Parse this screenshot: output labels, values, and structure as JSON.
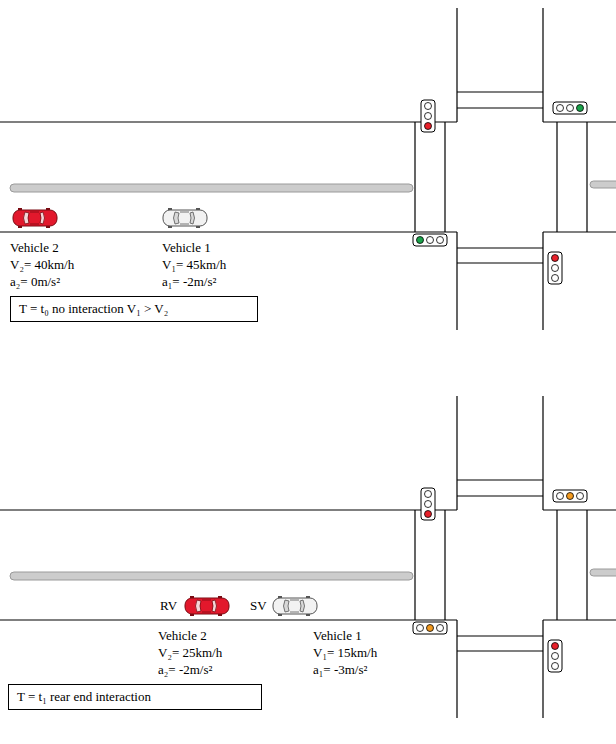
{
  "diagram": {
    "nodes": [
      {
        "text": [
          "T = t₀ no interaction V₁ > V₂"
        ]
      },
      {
        "text": [
          "T = t₁ rear end interaction"
        ]
      }
    ],
    "labels": [
      "Vehicle 2",
      "V₂= 40km/h",
      "a₂= 0m/s²",
      "Vehicle 1",
      "V₁= 45km/h",
      "a₁= -2m/s²",
      "RV",
      "SV",
      "Vehicle 2",
      "V₂= 25km/h",
      "a₂= -2m/s²",
      "Vehicle 1",
      "V₁= 15km/h",
      "a₁= -3m/s²"
    ]
  }
}
